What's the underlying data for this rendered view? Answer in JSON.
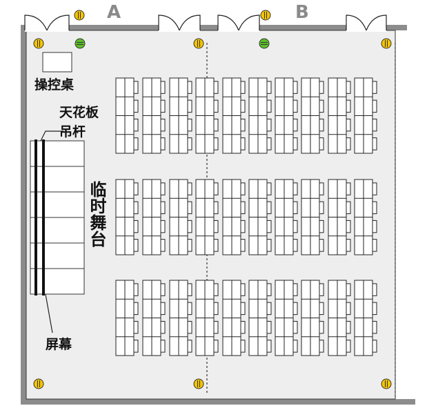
{
  "room_labels": {
    "a": "A",
    "b": "B"
  },
  "labels": {
    "console": "操控桌",
    "ceiling_rod_line1": "天花板",
    "ceiling_rod_line2": "吊杆",
    "temp_stage": "临时舞台",
    "screen": "屏幕"
  },
  "layout_counts": {
    "table_columns": 10,
    "table_blocks": 3,
    "stage_rows": 6
  },
  "icons": [
    "door-icon",
    "speaker-icon",
    "light-icon"
  ],
  "colors": {
    "wall": "#8c8c8c",
    "floor": "#eeeeee",
    "yellow_light": "#f3c400",
    "green_light": "#5cbf2a",
    "table_fill": "#ffffff",
    "table_stroke": "#222222"
  }
}
